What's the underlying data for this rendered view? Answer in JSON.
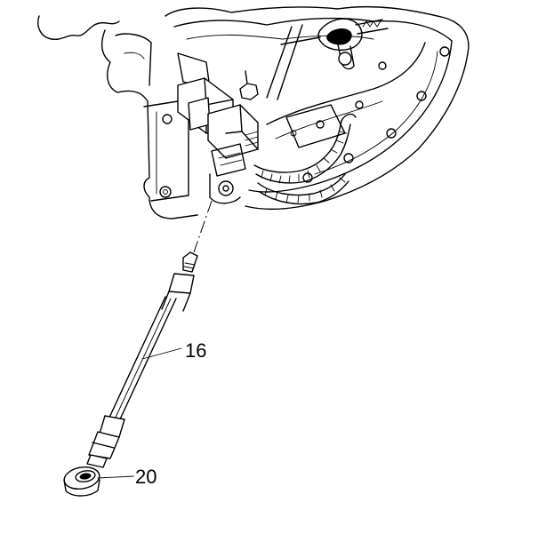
{
  "callouts": [
    {
      "id": "16",
      "label": "16"
    },
    {
      "id": "20",
      "label": "20"
    }
  ]
}
